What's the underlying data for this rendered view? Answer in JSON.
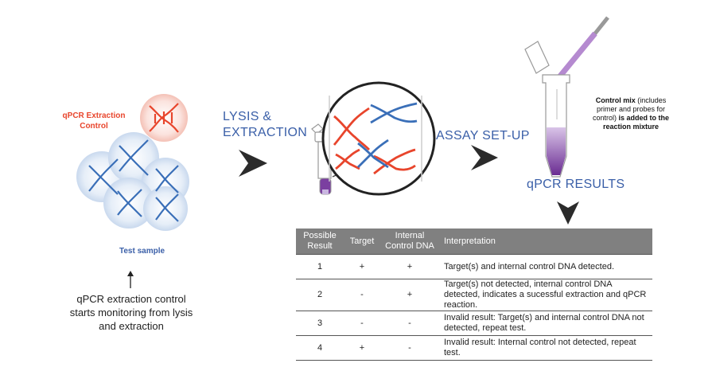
{
  "control_label": "qPCR Extraction Control",
  "sample_label": "Test sample",
  "monitor_note": "qPCR extraction control starts monitoring from lysis and extraction",
  "step1": "LYSIS & EXTRACTION",
  "step2": "ASSAY SET-UP",
  "step3": "qPCR RESULTS",
  "control_mix": {
    "bold1": "Control mix",
    "normal": "(includes primer and probes for control)",
    "bold2": "is added to the reaction mixture"
  },
  "table": {
    "headers": [
      "Possible Result",
      "Target",
      "Internal Control DNA",
      "Interpretation"
    ],
    "rows": [
      {
        "result": "1",
        "target": "+",
        "control": "+",
        "interpretation": "Target(s) and internal control DNA detected."
      },
      {
        "result": "2",
        "target": "-",
        "control": "+",
        "interpretation": "Target(s) not detected, internal control DNA detected, indicates a sucessful extraction and qPCR reaction."
      },
      {
        "result": "3",
        "target": "-",
        "control": "-",
        "interpretation": "Invalid result: Target(s) and internal control DNA not detected, repeat test."
      },
      {
        "result": "4",
        "target": "+",
        "control": "-",
        "interpretation": "Invalid result: Internal control not detected, repeat test."
      }
    ]
  },
  "colors": {
    "red": "#e8452c",
    "blue": "#3a5fa8",
    "purple": "#7b3fa0",
    "arrow": "#2b2b2b"
  }
}
